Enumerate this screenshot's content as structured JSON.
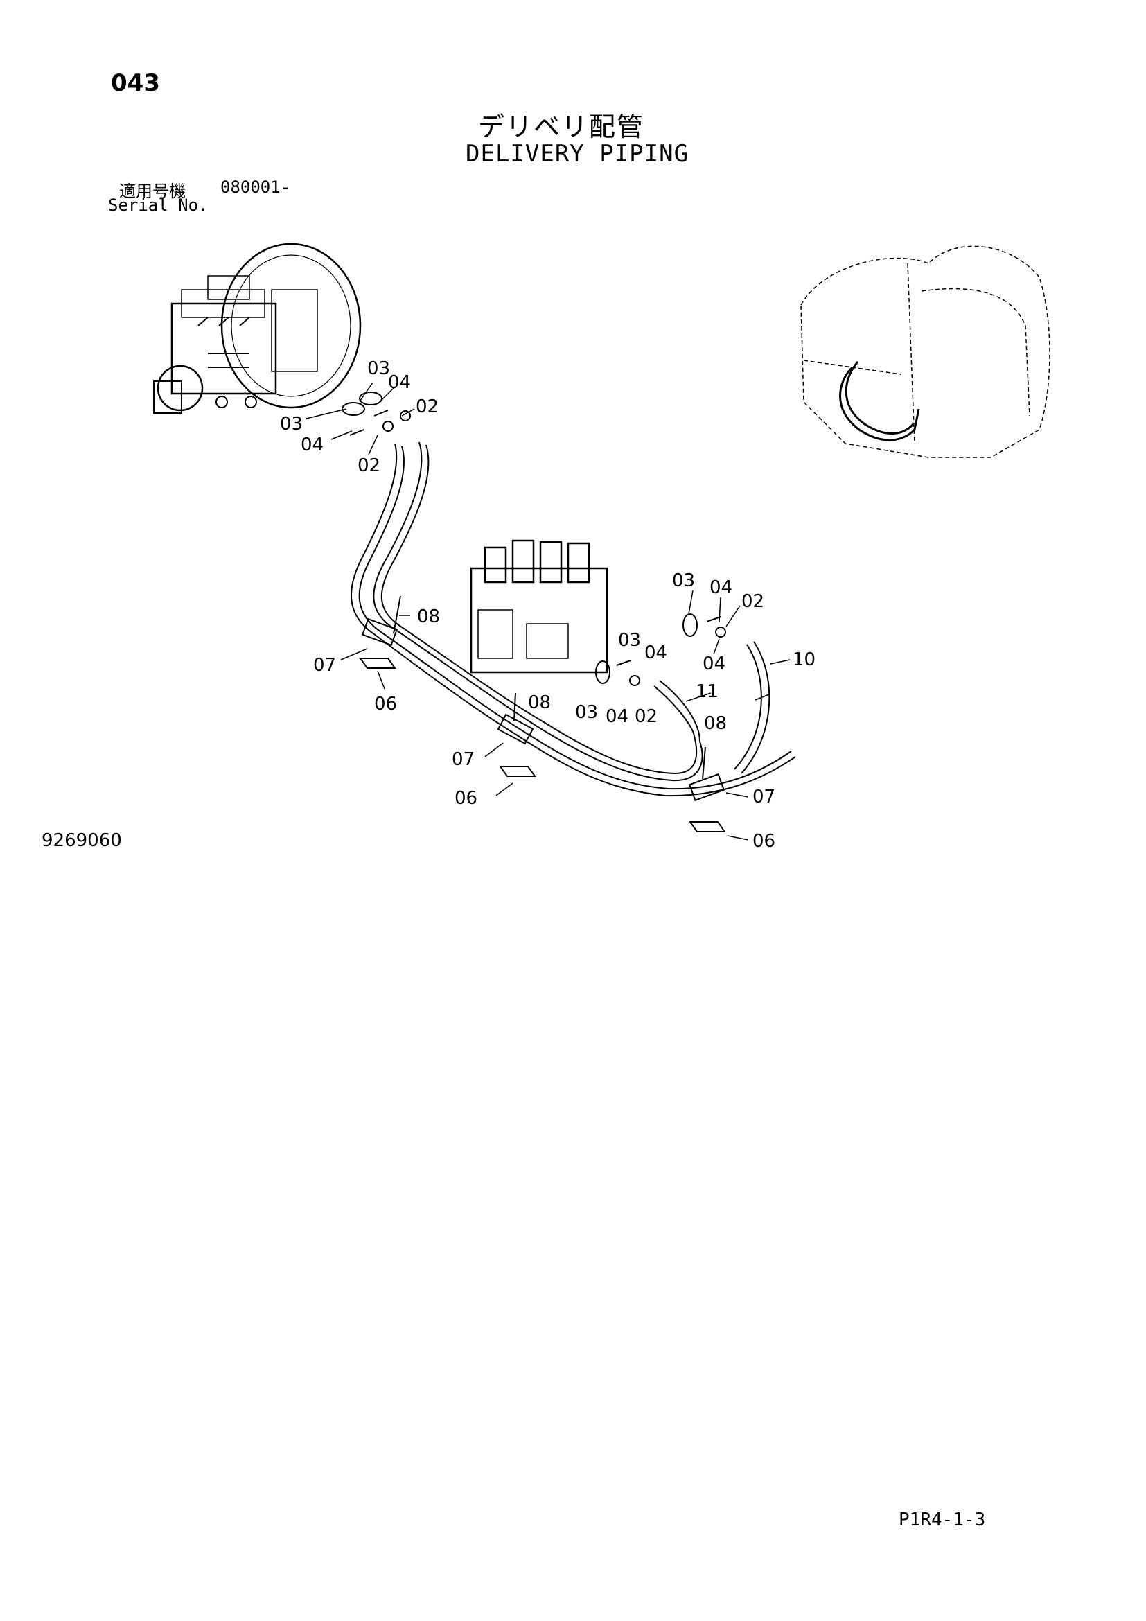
{
  "page": {
    "number": "043",
    "title_jp": "デリベリ配管",
    "title_en": "DELIVERY PIPING",
    "serial_label_jp": "適用号機",
    "serial_value": "080001-",
    "serial_label_en": "Serial No.",
    "drawing_id": "9269060",
    "footer_code": "P1R4-1-3"
  },
  "callouts": [
    "03",
    "04",
    "02",
    "03",
    "04",
    "02",
    "08",
    "07",
    "06",
    "03",
    "04",
    "02",
    "03",
    "04",
    "04",
    "10",
    "11",
    "08",
    "03",
    "04",
    "02",
    "07",
    "06",
    "08",
    "07",
    "06"
  ]
}
